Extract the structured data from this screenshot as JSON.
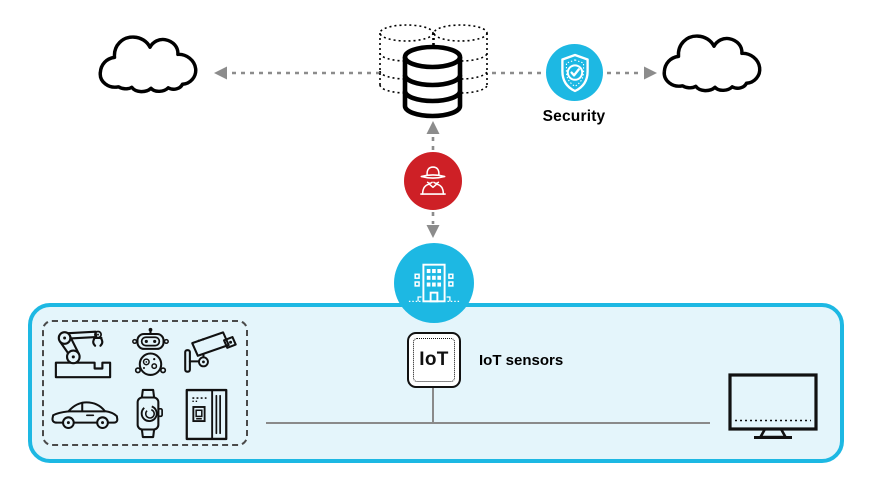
{
  "diagram_title": "IoT security network diagram",
  "labels": {
    "security": "Security",
    "iot_box": "IoT",
    "iot_sensors": "IoT sensors"
  },
  "colors": {
    "accent_cyan": "#1db8e3",
    "panel_fill": "#e4f5fb",
    "alert_red": "#ce2026",
    "connector_gray": "#8a8a8a",
    "dashed_arrow_gray": "#8c8c8c",
    "icon_stroke_black": "#111111",
    "device_box_dash_gray": "#4a4a4a"
  },
  "icons": {
    "clouds": [
      "cloud-left-icon",
      "cloud-right-icon"
    ],
    "center": [
      "database-icon",
      "shield-check-icon",
      "hacker-icon",
      "building-icon"
    ],
    "devices": [
      "robot-arm-icon",
      "robot-icon",
      "cctv-camera-icon",
      "car-icon",
      "smartwatch-icon",
      "refrigerator-icon"
    ],
    "endpoint": "monitor-icon"
  },
  "connections": [
    "database to cloud-left (dashed arrow)",
    "database to security to cloud-right (dashed arrow)",
    "hacker to database (dashed arrow up)",
    "hacker to building (dashed arrow down)",
    "iot-box to network bus line (solid gray)"
  ]
}
